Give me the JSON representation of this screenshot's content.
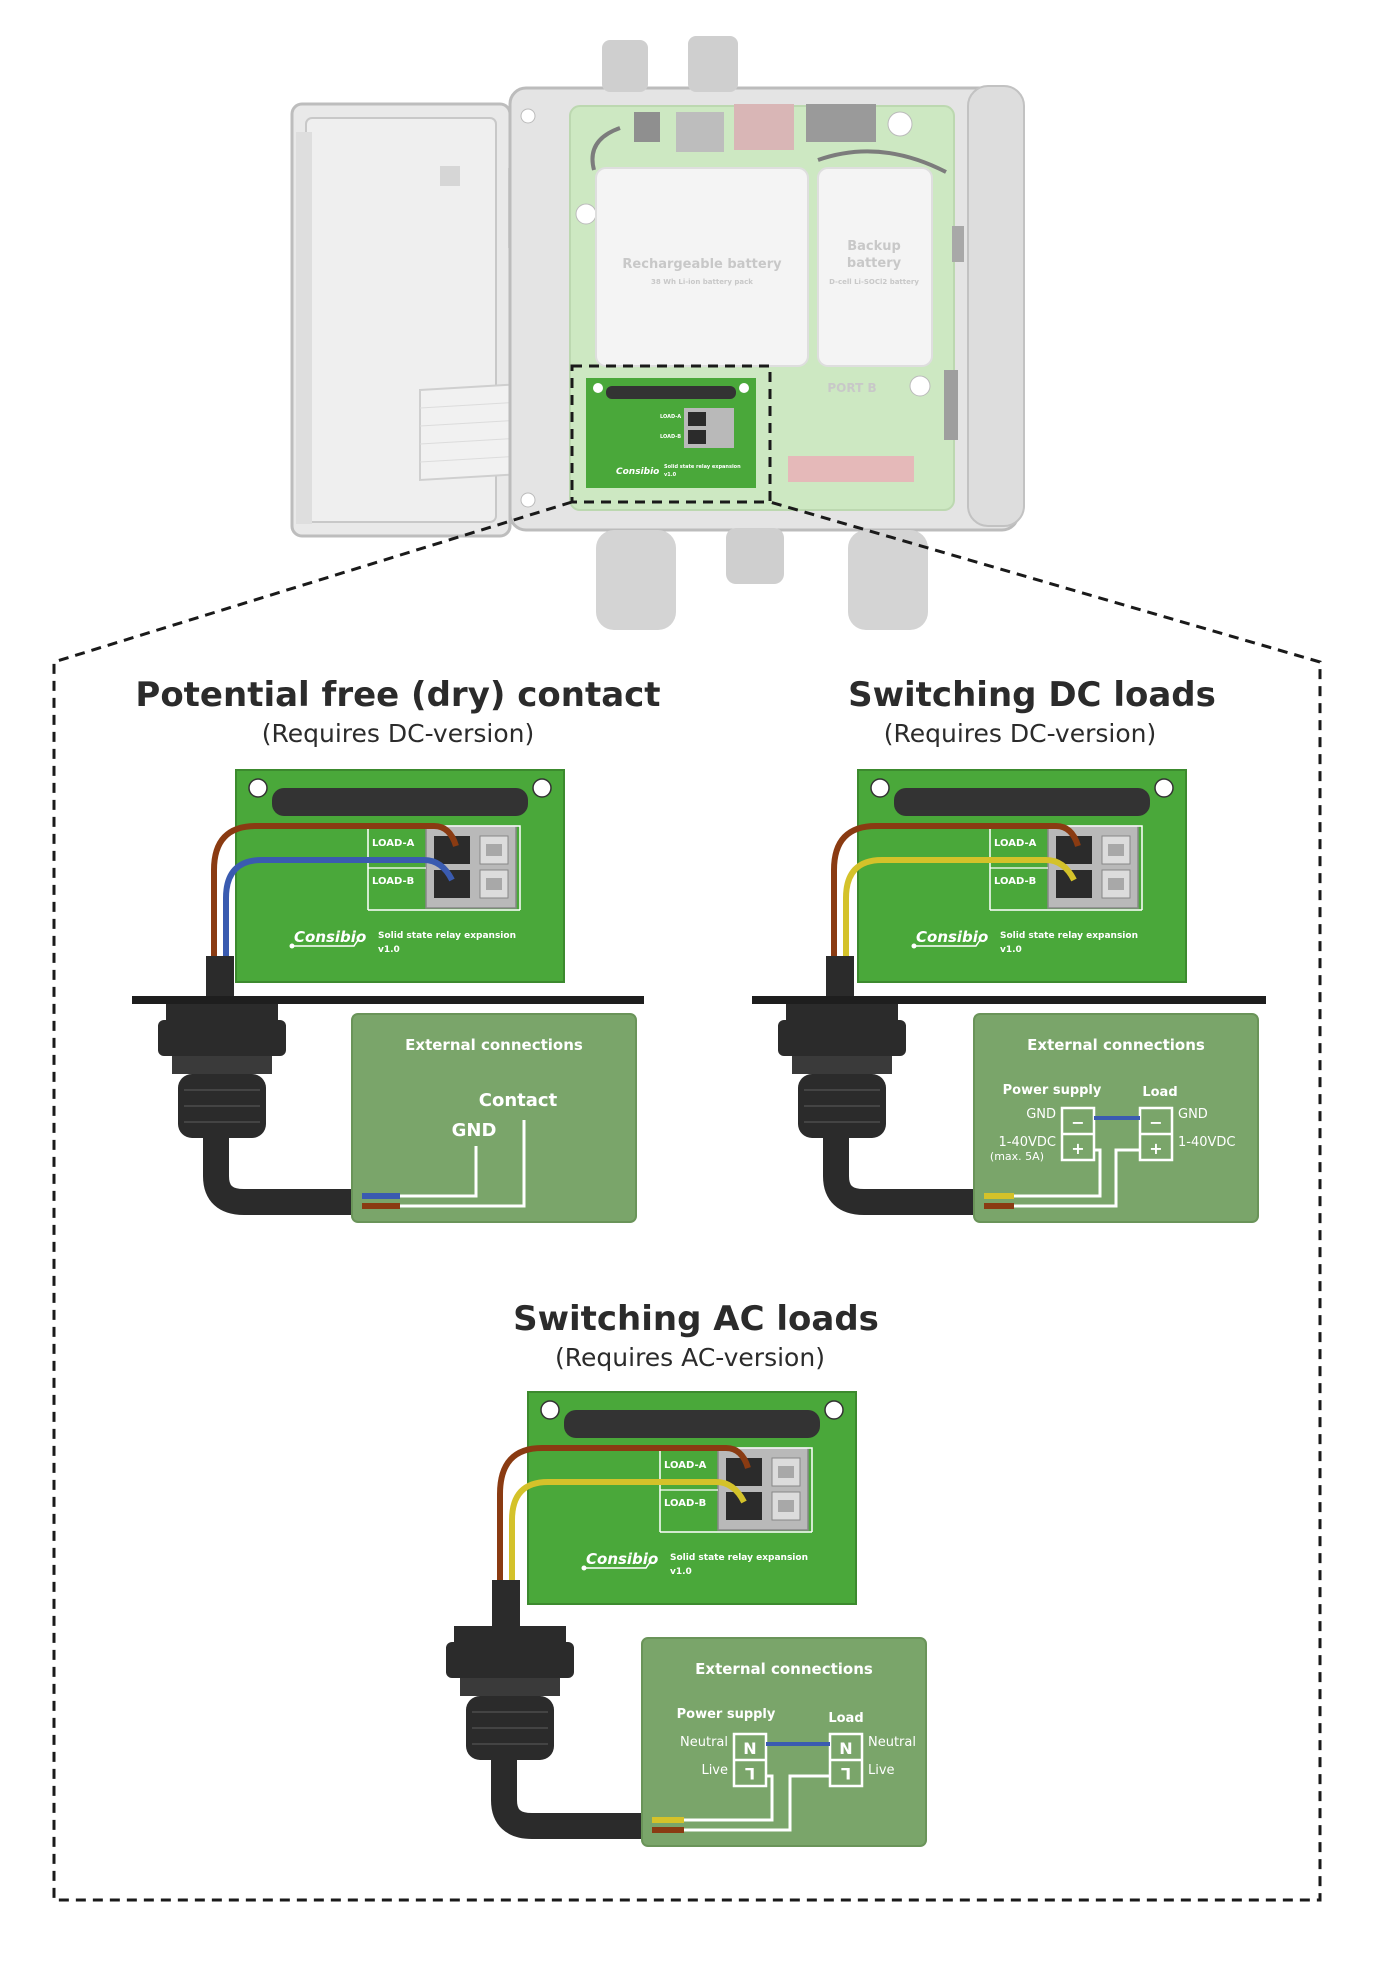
{
  "enclosure": {
    "battery_main_title": "Rechargeable battery",
    "battery_main_sub": "38 Wh Li-ion battery pack",
    "battery_backup_title_1": "Backup",
    "battery_backup_title_2": "battery",
    "battery_backup_sub": "D-cell Li-SOCl2 battery",
    "port_label": "PORT B",
    "mini_pcb_load_a": "LOAD-A",
    "mini_pcb_load_b": "LOAD-B",
    "mini_pcb_brand": "Consibio",
    "mini_pcb_name": "Solid state relay expansion",
    "mini_pcb_version": "v1.0"
  },
  "pcb": {
    "load_a": "LOAD-A",
    "load_b": "LOAD-B",
    "brand": "Consibio",
    "name": "Solid state relay expansion",
    "version": "v1.0"
  },
  "sections": {
    "dry": {
      "title": "Potential free (dry) contact",
      "subtitle": "(Requires DC-version)",
      "ext_title": "External connections",
      "contact": "Contact",
      "gnd": "GND"
    },
    "dc": {
      "title": "Switching DC loads",
      "subtitle": "(Requires DC-version)",
      "ext_title": "External connections",
      "power_supply": "Power supply",
      "load": "Load",
      "gnd_left": "GND",
      "vdc_left": "1-40VDC",
      "vdc_note": "(max. 5A)",
      "gnd_right": "GND",
      "vdc_right": "1-40VDC",
      "minus": "−",
      "plus": "+"
    },
    "ac": {
      "title": "Switching AC loads",
      "subtitle": "(Requires AC-version)",
      "ext_title": "External connections",
      "power_supply": "Power supply",
      "load": "Load",
      "neutral_left": "Neutral",
      "live_left": "Live",
      "neutral_right": "Neutral",
      "live_right": "Live",
      "n_symbol": "N",
      "l_symbol": "L"
    }
  },
  "colors": {
    "pcb_green": "#4aa83a",
    "ext_green": "#7aa56a",
    "wire_brown": "#8a3b12",
    "wire_blue": "#3a5bb0",
    "wire_yellow": "#d4c22a",
    "cable_black": "#2b2b2b",
    "dashed": "#1a1a1a"
  }
}
